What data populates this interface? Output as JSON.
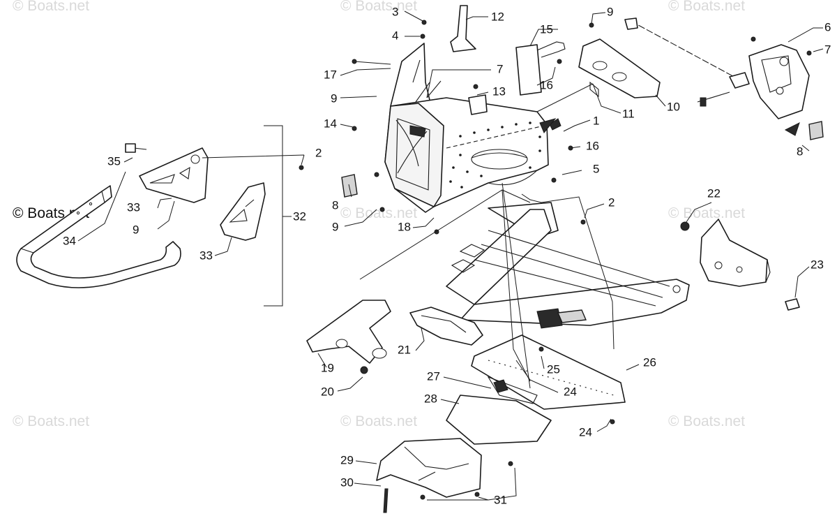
{
  "watermark": "© Boats.net",
  "credit_text": "© Boats.net",
  "callouts": [
    {
      "id": "c3a",
      "label": "3"
    },
    {
      "id": "c12",
      "label": "12"
    },
    {
      "id": "c4",
      "label": "4"
    },
    {
      "id": "c15",
      "label": "15"
    },
    {
      "id": "c9a",
      "label": "9"
    },
    {
      "id": "c6",
      "label": "6"
    },
    {
      "id": "c7a",
      "label": "7"
    },
    {
      "id": "c17",
      "label": "17"
    },
    {
      "id": "c7b",
      "label": "7"
    },
    {
      "id": "c16a",
      "label": "16"
    },
    {
      "id": "c13",
      "label": "13"
    },
    {
      "id": "c9b",
      "label": "9"
    },
    {
      "id": "c11",
      "label": "11"
    },
    {
      "id": "c10",
      "label": "10"
    },
    {
      "id": "c14",
      "label": "14"
    },
    {
      "id": "c1",
      "label": "1"
    },
    {
      "id": "c8a",
      "label": "8"
    },
    {
      "id": "c16b",
      "label": "16"
    },
    {
      "id": "c5",
      "label": "5"
    },
    {
      "id": "c35",
      "label": "35"
    },
    {
      "id": "c2a",
      "label": "2"
    },
    {
      "id": "c8b",
      "label": "8"
    },
    {
      "id": "c2b",
      "label": "2"
    },
    {
      "id": "c9c",
      "label": "9"
    },
    {
      "id": "c18",
      "label": "18"
    },
    {
      "id": "c33a",
      "label": "33"
    },
    {
      "id": "c9d",
      "label": "9"
    },
    {
      "id": "c32",
      "label": "32"
    },
    {
      "id": "c34",
      "label": "34"
    },
    {
      "id": "c33b",
      "label": "33"
    },
    {
      "id": "c22",
      "label": "22"
    },
    {
      "id": "c23",
      "label": "23"
    },
    {
      "id": "c19",
      "label": "19"
    },
    {
      "id": "c21",
      "label": "21"
    },
    {
      "id": "c25",
      "label": "25"
    },
    {
      "id": "c26",
      "label": "26"
    },
    {
      "id": "c20",
      "label": "20"
    },
    {
      "id": "c27",
      "label": "27"
    },
    {
      "id": "c24a",
      "label": "24"
    },
    {
      "id": "c28",
      "label": "28"
    },
    {
      "id": "c24b",
      "label": "24"
    },
    {
      "id": "c29",
      "label": "29"
    },
    {
      "id": "c30",
      "label": "30"
    },
    {
      "id": "c31",
      "label": "31"
    }
  ]
}
